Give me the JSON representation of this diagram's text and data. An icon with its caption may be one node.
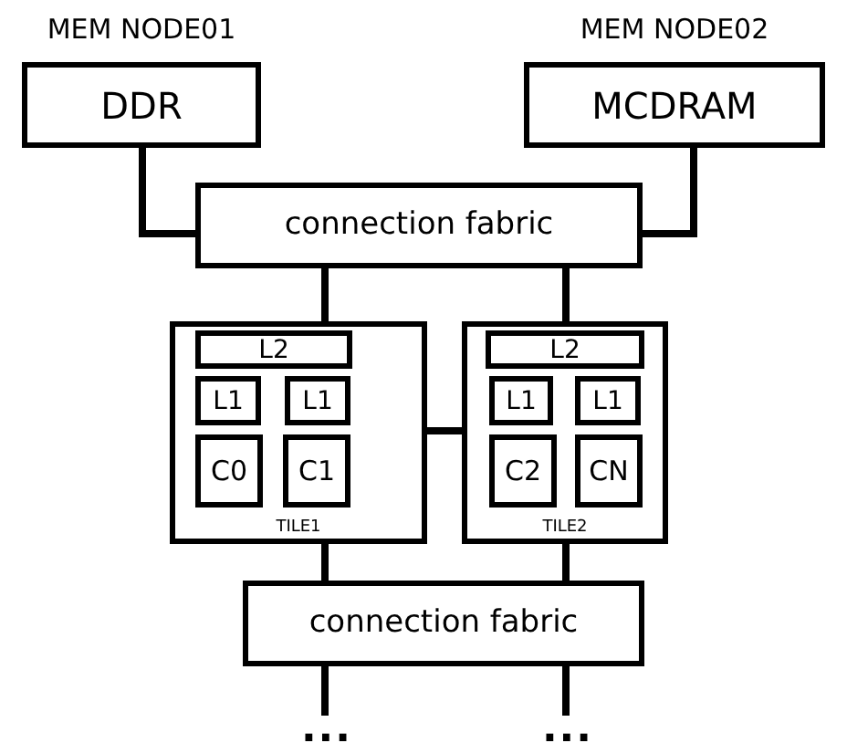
{
  "diagram": {
    "nodes": [
      {
        "text": [
          "MEM NODE01",
          "DDR"
        ]
      },
      {
        "text": [
          "MEM NODE02",
          "MCDRAM"
        ]
      },
      {
        "text": [
          "connection fabric"
        ]
      },
      {
        "text": [
          "TILE1"
        ]
      },
      {
        "text": [
          "L2"
        ],
        "in": 3
      },
      {
        "text": [
          "L1"
        ],
        "in": 3
      },
      {
        "text": [
          "L1"
        ],
        "in": 3
      },
      {
        "text": [
          "C0"
        ],
        "in": 3
      },
      {
        "text": [
          "C1"
        ],
        "in": 3
      },
      {
        "text": [
          "TILE2"
        ]
      },
      {
        "text": [
          "L2"
        ],
        "in": 9
      },
      {
        "text": [
          "L1"
        ],
        "in": 9
      },
      {
        "text": [
          "L1"
        ],
        "in": 9
      },
      {
        "text": [
          "C2"
        ],
        "in": 9
      },
      {
        "text": [
          "CN"
        ],
        "in": 9
      },
      {
        "text": [
          "connection fabric"
        ]
      },
      {
        "text": [
          "..."
        ]
      },
      {
        "text": [
          "..."
        ]
      }
    ],
    "edges": [
      {
        "from": 0,
        "to": 2,
        "arrow": "none"
      },
      {
        "from": 1,
        "to": 2,
        "arrow": "none"
      },
      {
        "from": 2,
        "to": 3,
        "arrow": "none"
      },
      {
        "from": 2,
        "to": 9,
        "arrow": "none"
      },
      {
        "from": 3,
        "to": 9,
        "arrow": "none"
      },
      {
        "from": 3,
        "to": 15,
        "arrow": "none"
      },
      {
        "from": 9,
        "to": 15,
        "arrow": "none"
      },
      {
        "from": 15,
        "to": 16,
        "arrow": "none"
      },
      {
        "from": 15,
        "to": 17,
        "arrow": "none"
      }
    ]
  }
}
